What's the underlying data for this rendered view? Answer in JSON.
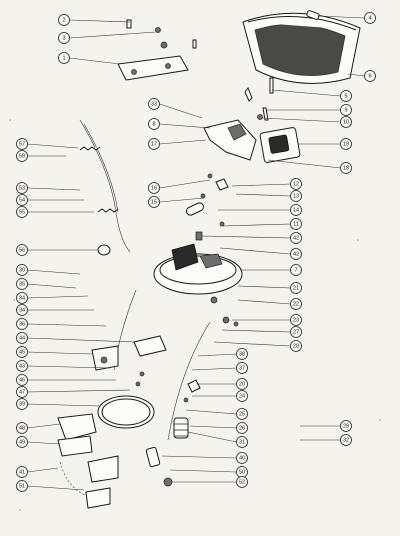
{
  "diagram": {
    "type": "exploded parts diagram",
    "callouts": [
      {
        "id": "c2",
        "label": "2"
      },
      {
        "id": "c3",
        "label": "3"
      },
      {
        "id": "c1",
        "label": "1"
      },
      {
        "id": "c4",
        "label": "4"
      },
      {
        "id": "c6",
        "label": "6"
      },
      {
        "id": "c5",
        "label": "5"
      },
      {
        "id": "c9",
        "label": "9"
      },
      {
        "id": "c10",
        "label": "10"
      },
      {
        "id": "c33",
        "label": "33"
      },
      {
        "id": "c8",
        "label": "8"
      },
      {
        "id": "c17",
        "label": "17"
      },
      {
        "id": "c19",
        "label": "19"
      },
      {
        "id": "c18",
        "label": "18"
      },
      {
        "id": "c57",
        "label": "57"
      },
      {
        "id": "c58",
        "label": "58"
      },
      {
        "id": "c53",
        "label": "53"
      },
      {
        "id": "c54",
        "label": "54"
      },
      {
        "id": "c55",
        "label": "55"
      },
      {
        "id": "c16",
        "label": "16"
      },
      {
        "id": "c12",
        "label": "12"
      },
      {
        "id": "c13",
        "label": "13"
      },
      {
        "id": "c15",
        "label": "15"
      },
      {
        "id": "c14",
        "label": "14"
      },
      {
        "id": "c11",
        "label": "11"
      },
      {
        "id": "c42a",
        "label": "42"
      },
      {
        "id": "c56",
        "label": "56"
      },
      {
        "id": "c42b",
        "label": "42"
      },
      {
        "id": "c7",
        "label": "7"
      },
      {
        "id": "c21",
        "label": "21"
      },
      {
        "id": "c30",
        "label": "30"
      },
      {
        "id": "c35",
        "label": "35"
      },
      {
        "id": "c34",
        "label": "34"
      },
      {
        "id": "c34b",
        "label": "34"
      },
      {
        "id": "c22",
        "label": "22"
      },
      {
        "id": "c23",
        "label": "23"
      },
      {
        "id": "c27",
        "label": "27"
      },
      {
        "id": "c36",
        "label": "36"
      },
      {
        "id": "c44",
        "label": "44"
      },
      {
        "id": "c45",
        "label": "45"
      },
      {
        "id": "c28",
        "label": "28"
      },
      {
        "id": "c38",
        "label": "38"
      },
      {
        "id": "c37",
        "label": "37"
      },
      {
        "id": "c43",
        "label": "43"
      },
      {
        "id": "c46",
        "label": "46"
      },
      {
        "id": "c47",
        "label": "47"
      },
      {
        "id": "c39",
        "label": "39"
      },
      {
        "id": "c20",
        "label": "20"
      },
      {
        "id": "c24",
        "label": "24"
      },
      {
        "id": "c25",
        "label": "25"
      },
      {
        "id": "c26",
        "label": "26"
      },
      {
        "id": "c48",
        "label": "48"
      },
      {
        "id": "c49",
        "label": "49"
      },
      {
        "id": "c41",
        "label": "41"
      },
      {
        "id": "c31",
        "label": "31"
      },
      {
        "id": "c40",
        "label": "40"
      },
      {
        "id": "c50",
        "label": "50"
      },
      {
        "id": "c52",
        "label": "52"
      },
      {
        "id": "c51",
        "label": "51"
      },
      {
        "id": "c29",
        "label": "29"
      },
      {
        "id": "c32",
        "label": "32"
      }
    ]
  }
}
